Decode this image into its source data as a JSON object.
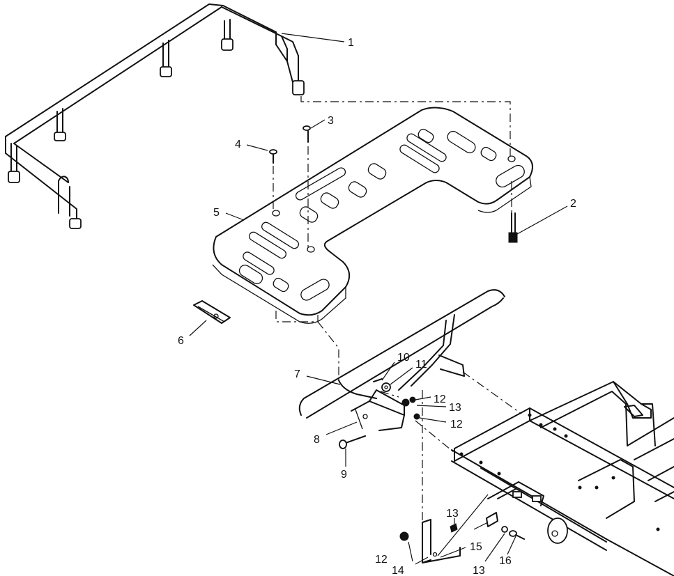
{
  "callouts": {
    "c1": "1",
    "c2": "2",
    "c3": "3",
    "c4": "4",
    "c5": "5",
    "c6": "6",
    "c7": "7",
    "c8": "8",
    "c9": "9",
    "c10": "10",
    "c11": "11",
    "c12a": "12",
    "c13a": "13",
    "c12b": "12",
    "c12c": "12",
    "c13b": "13",
    "c14": "14",
    "c13c": "13",
    "c15": "15",
    "c16": "16"
  }
}
